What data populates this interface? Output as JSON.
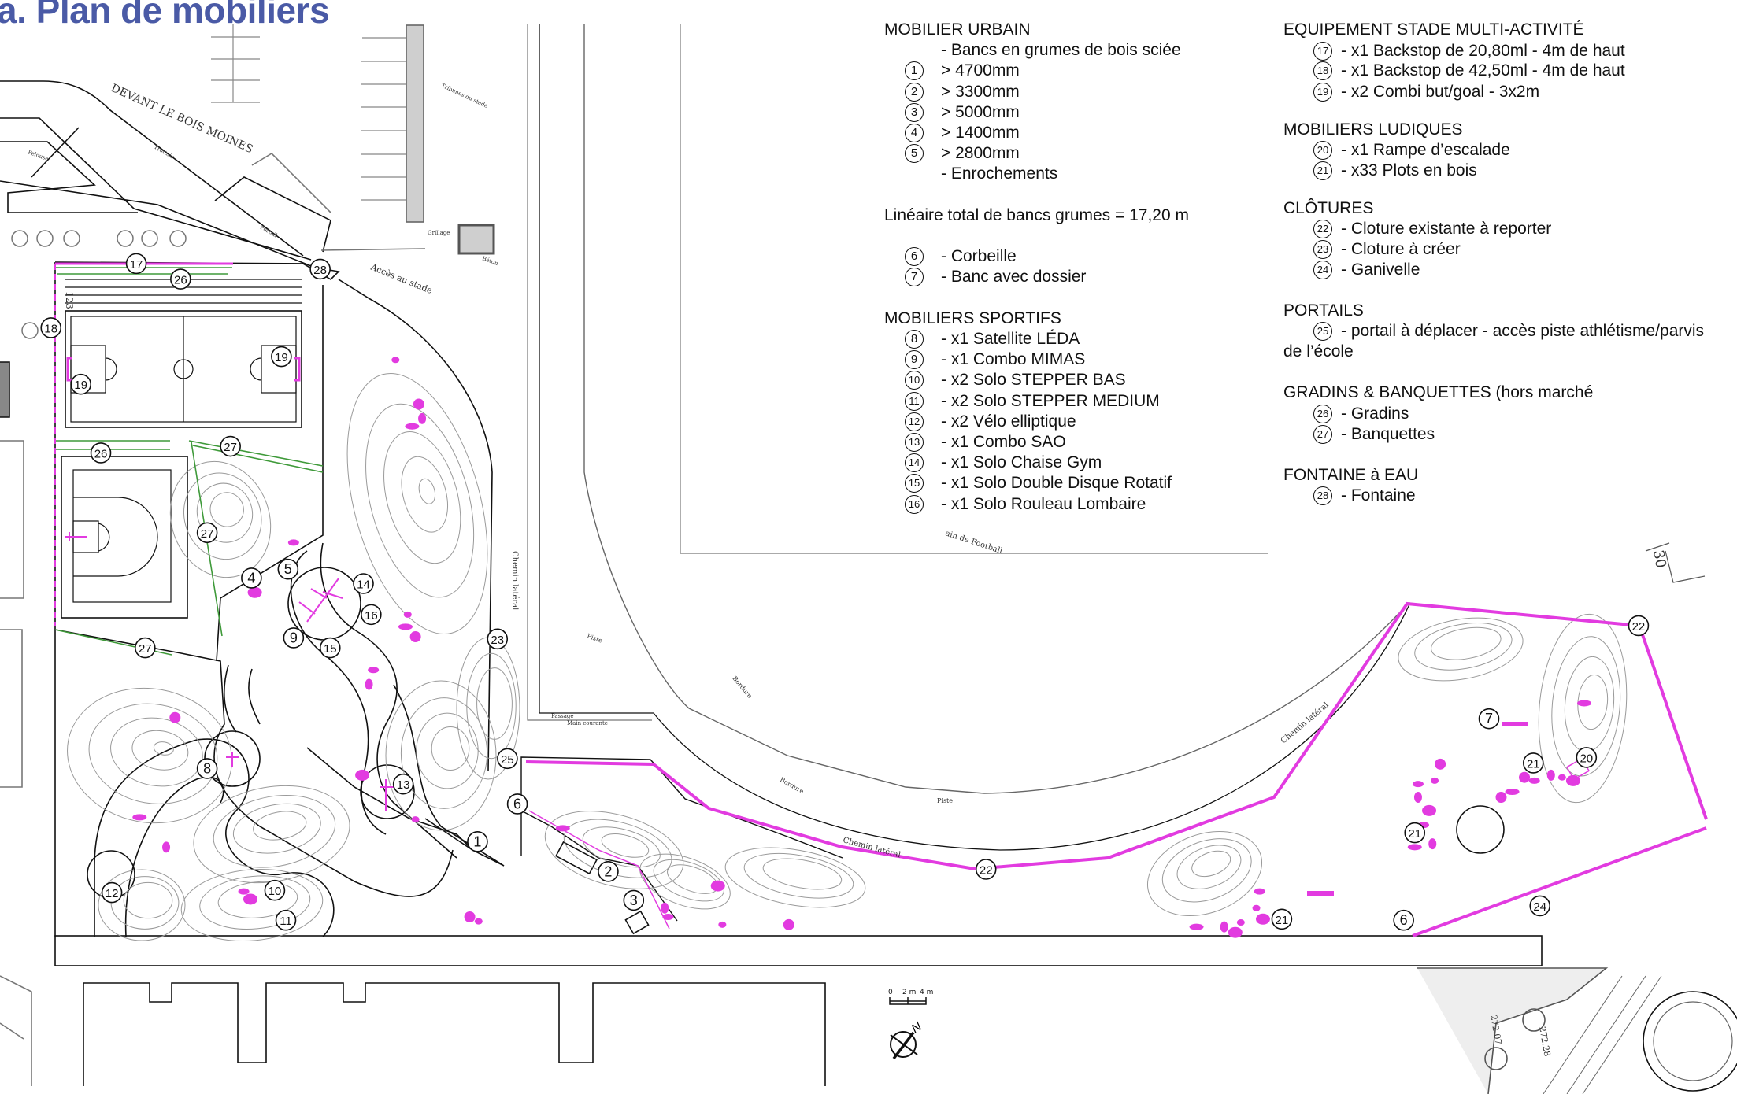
{
  "title": "a. Plan de mobiliers",
  "colors": {
    "title": "#4a5aa6",
    "magenta": "#e23be0",
    "green": "#3f9a3a",
    "line": "#111111",
    "contour": "#9a9a9a"
  },
  "legend": {
    "mobilier_urbain": {
      "title": "MOBILIER URBAIN",
      "subtitle": "- Bancs en grumes de bois sciée",
      "items": [
        {
          "num": "1",
          "text": "> 4700mm"
        },
        {
          "num": "2",
          "text": "> 3300mm"
        },
        {
          "num": "3",
          "text": "> 5000mm"
        },
        {
          "num": "4",
          "text": "> 1400mm"
        },
        {
          "num": "5",
          "text": "> 2800mm"
        }
      ],
      "enrochements": "- Enrochements",
      "lineaire": "Linéaire total de bancs grumes = 17,20 m",
      "extra": [
        {
          "num": "6",
          "text": "- Corbeille"
        },
        {
          "num": "7",
          "text": "- Banc avec dossier"
        }
      ]
    },
    "mobiliers_sportifs": {
      "title": "MOBILIERS SPORTIFS",
      "items": [
        {
          "num": "8",
          "text": "- x1 Satellite LÉDA"
        },
        {
          "num": "9",
          "text": "- x1 Combo MIMAS"
        },
        {
          "num": "10",
          "text": "- x2 Solo STEPPER BAS"
        },
        {
          "num": "11",
          "text": "- x2 Solo STEPPER MEDIUM"
        },
        {
          "num": "12",
          "text": "- x2 Vélo elliptique"
        },
        {
          "num": "13",
          "text": "- x1 Combo SAO"
        },
        {
          "num": "14",
          "text": "- x1 Solo Chaise Gym"
        },
        {
          "num": "15",
          "text": "- x1 Solo Double Disque Rotatif"
        },
        {
          "num": "16",
          "text": "- x1 Solo Rouleau Lombaire"
        }
      ]
    },
    "equipement_stade": {
      "title": "EQUIPEMENT STADE MULTI-ACTIVITÉ",
      "items": [
        {
          "num": "17",
          "text": "- x1 Backstop de 20,80ml - 4m de haut"
        },
        {
          "num": "18",
          "text": "- x1 Backstop de 42,50ml - 4m de haut"
        },
        {
          "num": "19",
          "text": "- x2 Combi but/goal - 3x2m"
        }
      ]
    },
    "mobiliers_ludiques": {
      "title": "MOBILIERS LUDIQUES",
      "items": [
        {
          "num": "20",
          "text": "- x1 Rampe d’escalade"
        },
        {
          "num": "21",
          "text": "- x33 Plots en bois"
        }
      ]
    },
    "clotures": {
      "title": "CLÔTURES",
      "items": [
        {
          "num": "22",
          "text": "- Cloture existante à reporter"
        },
        {
          "num": "23",
          "text": "- Cloture à créer"
        },
        {
          "num": "24",
          "text": "- Ganivelle"
        }
      ]
    },
    "portails": {
      "title": "PORTAILS",
      "items": [
        {
          "num": "25",
          "text": "- portail à déplacer - accès piste athlétisme/parvis"
        }
      ],
      "continuation": "de l’école"
    },
    "gradins": {
      "title": "GRADINS & BANQUETTES (hors marché",
      "items": [
        {
          "num": "26",
          "text": "- Gradins"
        },
        {
          "num": "27",
          "text": "- Banquettes"
        }
      ]
    },
    "fontaine": {
      "title": "FONTAINE à EAU",
      "items": [
        {
          "num": "28",
          "text": "- Fontaine"
        }
      ]
    }
  },
  "plan_markers": [
    "17",
    "26",
    "28",
    "18",
    "19",
    "19",
    "26",
    "27",
    "27",
    "4",
    "5",
    "14",
    "16",
    "9",
    "15",
    "23",
    "27",
    "8",
    "13",
    "25",
    "6",
    "1",
    "2",
    "3",
    "12",
    "10",
    "11",
    "22",
    "21",
    "6",
    "24",
    "22",
    "7",
    "20",
    "21",
    "21"
  ],
  "plan_labels": {
    "street": "DEVANT LE BOIS MOINES",
    "acces": "Accès au stade",
    "chemin1": "Chemin latéral",
    "chemin2": "Chemin latéral",
    "chemin3": "Chemin latéral",
    "piste1": "Piste",
    "piste2": "Piste",
    "bordure1": "Bordure",
    "bordure2": "Bordure",
    "passage": "Passage",
    "main_courante": "Main courante",
    "football": "ain de Football",
    "trottoir": "Trottoir",
    "pelouse": "Pelouse",
    "portail": "Portail",
    "tribunes": "Tribunes du stade",
    "grillage": "Grillage",
    "beton": "Béton",
    "rows": "123",
    "track_num": "30",
    "elev1": "272.07",
    "elev2": "272.28"
  },
  "scale_bar": {
    "ticks": [
      "0",
      "2 m",
      "4 m"
    ]
  },
  "north_label": "N"
}
